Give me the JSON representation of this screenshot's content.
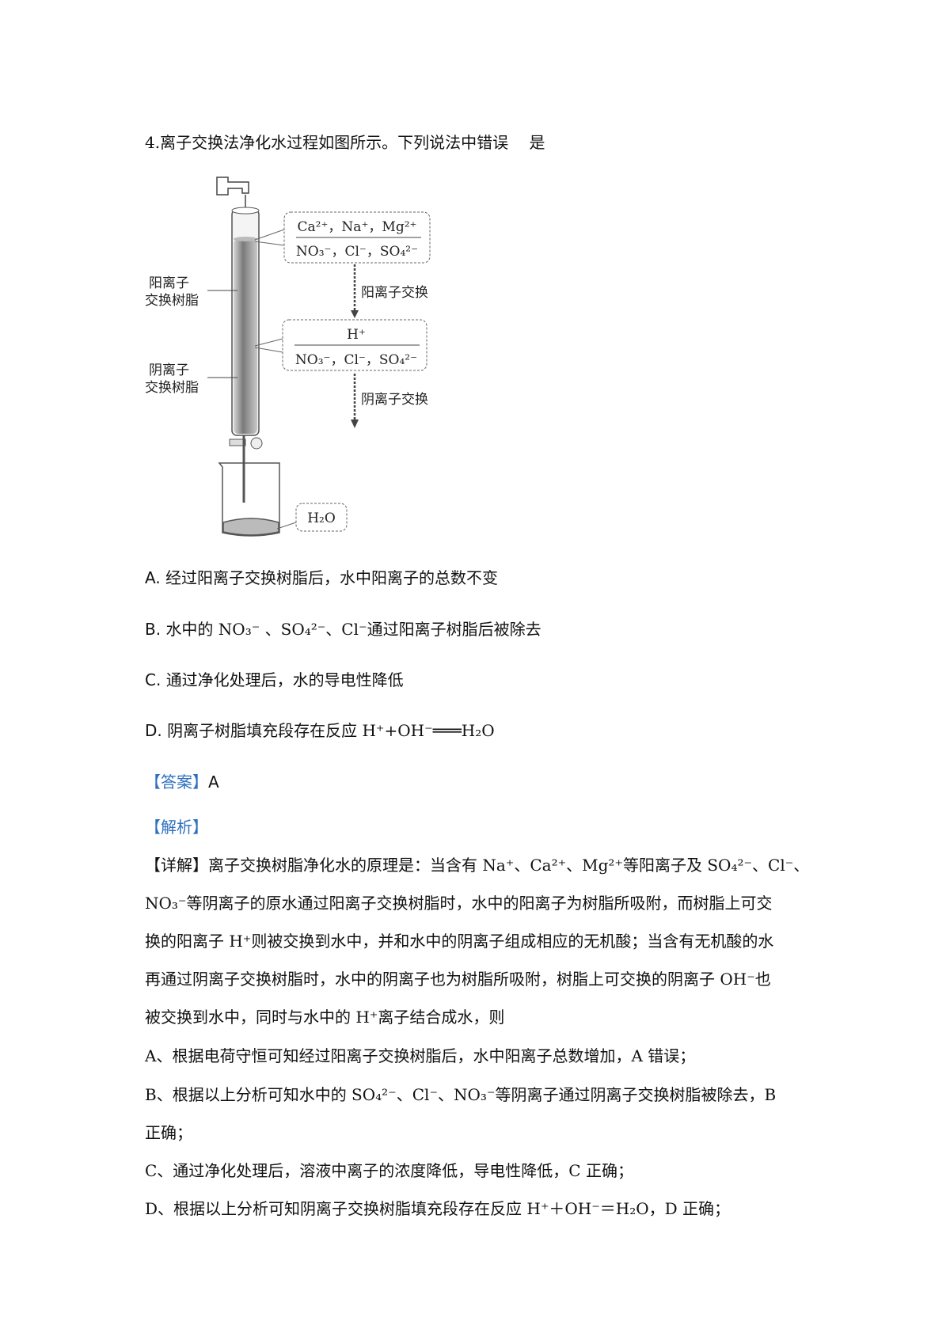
{
  "question": {
    "stem": "4.离子交换法净化水过程如图所示。下列说法中错误　 是",
    "figure": {
      "label_cation_resin": [
        "阳离子",
        "交换树脂"
      ],
      "label_anion_resin": [
        "阴离子",
        "交换树脂"
      ],
      "box1_top": "Ca²⁺，Na⁺，Mg²⁺",
      "box1_bottom": "NO₃⁻，Cl⁻，SO₄²⁻",
      "arrow1_label": "阳离子交换",
      "box2_top": "H⁺",
      "box2_bottom": "NO₃⁻，Cl⁻，SO₄²⁻",
      "arrow2_label": "阴离子交换",
      "water_label": "H₂O"
    },
    "options": [
      {
        "letter": "A.",
        "text": "经过阳离子交换树脂后，水中阳离子的总数不变"
      },
      {
        "letter": "B.",
        "text": "水中的 NO₃⁻ 、SO₄²⁻、Cl⁻通过阳离子树脂后被除去"
      },
      {
        "letter": "C.",
        "text": "通过净化处理后，水的导电性降低"
      },
      {
        "letter": "D.",
        "text": "阴离子树脂填充段存在反应 H⁺+OH⁻═══H₂O"
      }
    ]
  },
  "answer": {
    "label": "【答案】",
    "value": "A"
  },
  "analysis": {
    "label": "【解析】",
    "lines": [
      "【详解】离子交换树脂净化水的原理是：当含有 Na⁺、Ca²⁺、Mg²⁺等阳离子及 SO₄²⁻、Cl⁻、",
      "NO₃⁻等阴离子的原水通过阳离子交换树脂时，水中的阳离子为树脂所吸附，而树脂上可交",
      "换的阳离子 H⁺则被交换到水中，并和水中的阴离子组成相应的无机酸；当含有无机酸的水",
      "再通过阴离子交换树脂时，水中的阴离子也为树脂所吸附，树脂上可交换的阴离子 OH⁻也",
      "被交换到水中，同时与水中的 H⁺离子结合成水，则",
      "A、根据电荷守恒可知经过阳离子交换树脂后，水中阳离子总数增加，A 错误；",
      "B、根据以上分析可知水中的 SO₄²⁻、Cl⁻、NO₃⁻等阴离子通过阴离子交换树脂被除去，B",
      "正确；",
      "C、通过净化处理后，溶液中离子的浓度降低，导电性降低，C 正确；",
      "D、根据以上分析可知阴离子交换树脂填充段存在反应 H⁺＋OH⁻＝H₂O，D 正确；"
    ]
  }
}
